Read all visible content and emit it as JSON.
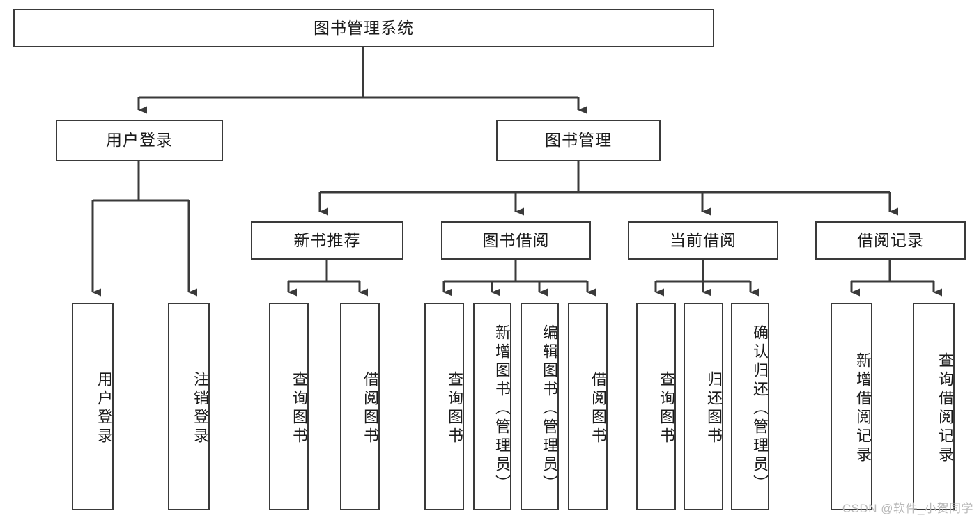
{
  "diagram": {
    "type": "tree-hierarchy",
    "title": "图书管理系统",
    "root": {
      "label": "图书管理系统"
    },
    "level1": [
      {
        "label": "用户登录"
      },
      {
        "label": "图书管理"
      }
    ],
    "level2": [
      {
        "label": "新书推荐"
      },
      {
        "label": "图书借阅"
      },
      {
        "label": "当前借阅"
      },
      {
        "label": "借阅记录"
      }
    ],
    "leaves": {
      "user_login": [
        {
          "label": "用户登录"
        },
        {
          "label": "注销登录"
        }
      ],
      "new_book_recommend": [
        {
          "label": "查询图书"
        },
        {
          "label": "借阅图书"
        }
      ],
      "book_borrow": [
        {
          "label": "查询图书"
        },
        {
          "label": "新增图书（管理员）"
        },
        {
          "label": "编辑图书（管理员）"
        },
        {
          "label": "借阅图书"
        }
      ],
      "current_borrow": [
        {
          "label": "查询图书"
        },
        {
          "label": "归还图书"
        },
        {
          "label": "确认归还（管理员）"
        }
      ],
      "borrow_record": [
        {
          "label": "新增借阅记录"
        },
        {
          "label": "查询借阅记录"
        }
      ]
    }
  },
  "watermark": {
    "text": "CSDN @软件_小贺同学"
  },
  "colors": {
    "stroke": "#3a3a3a",
    "fill": "#ffffff",
    "text": "#1b1b1b",
    "watermark": "#b9b9b9"
  }
}
